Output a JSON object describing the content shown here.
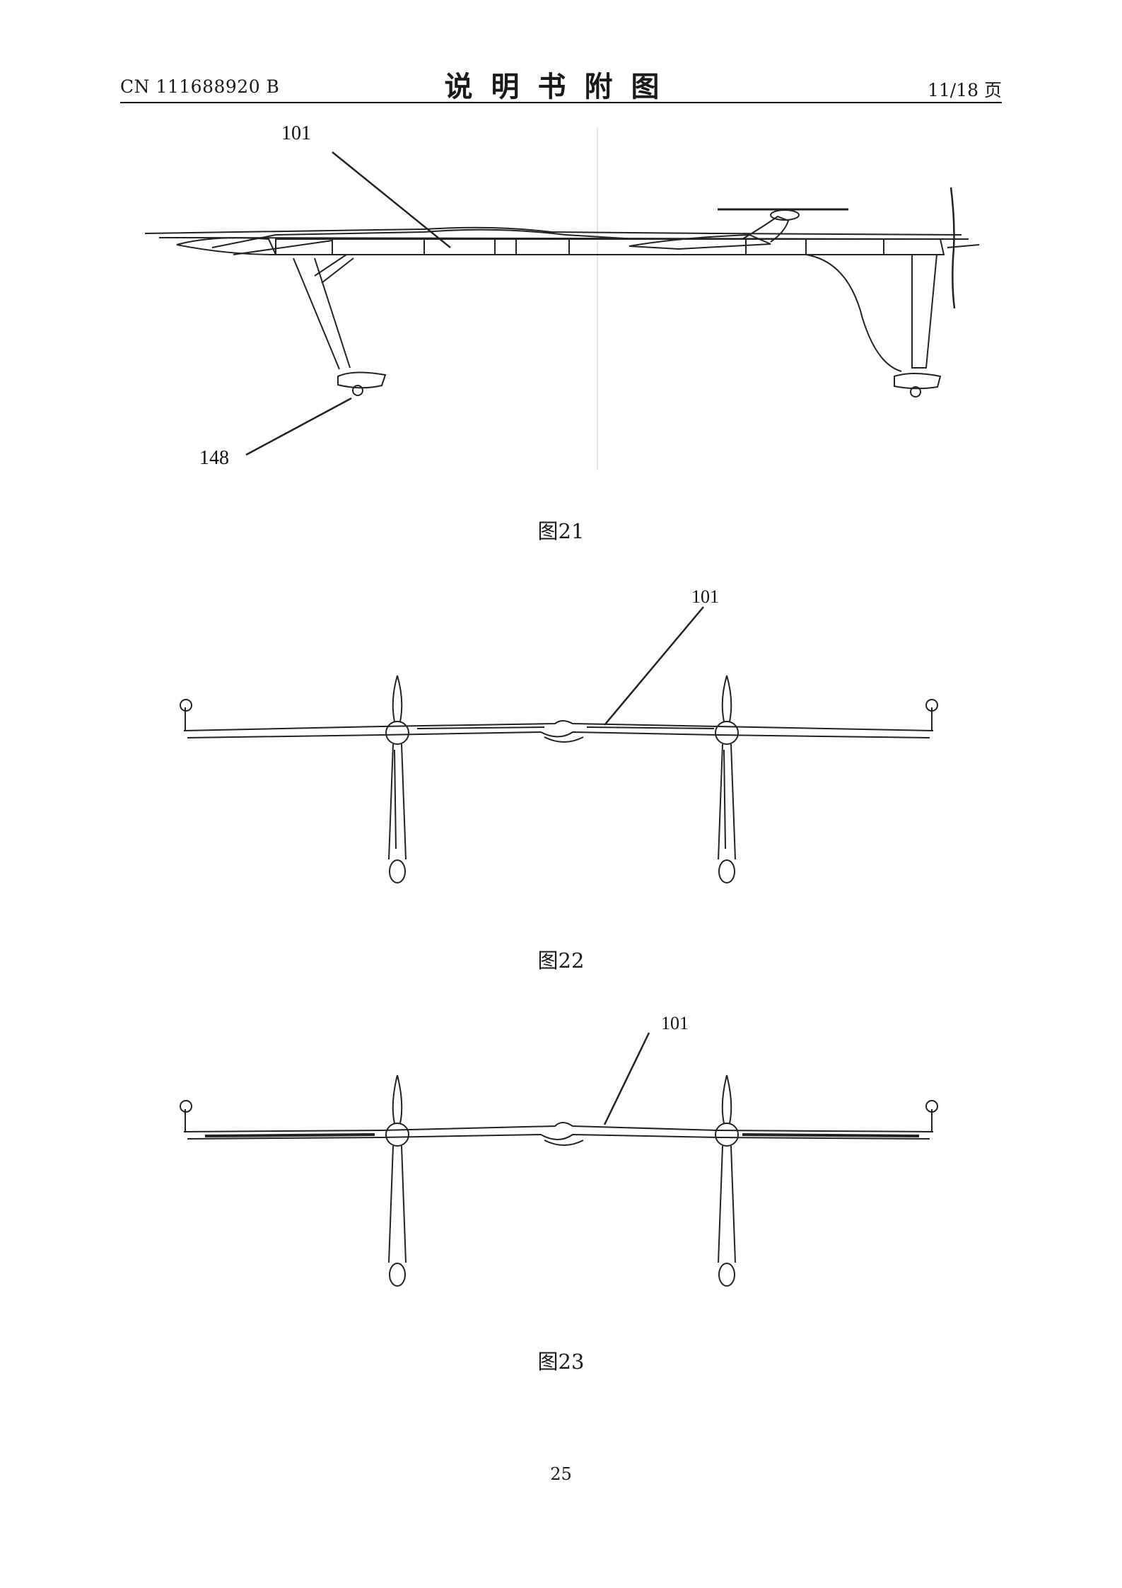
{
  "header": {
    "doc_number": "CN 111688920 B",
    "title": "说明书附图",
    "page_of": "11/18 页"
  },
  "figures": [
    {
      "caption": "图21",
      "labels": [
        "101",
        "148"
      ]
    },
    {
      "caption": "图22",
      "labels": [
        "101"
      ]
    },
    {
      "caption": "图23",
      "labels": [
        "101"
      ]
    }
  ],
  "footer": {
    "page_number": "25"
  }
}
